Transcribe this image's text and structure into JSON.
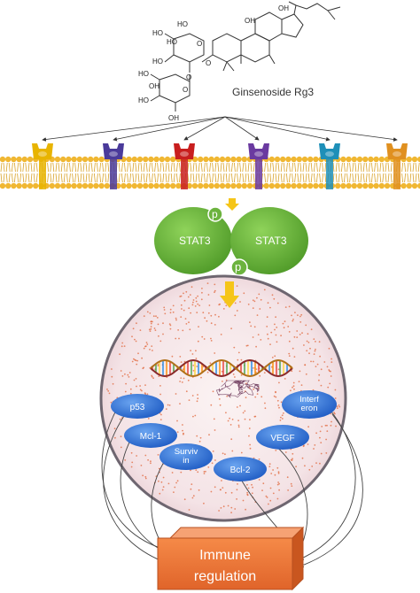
{
  "compound": {
    "name": "Ginsenoside Rg3",
    "atoms": [
      "HO",
      "OH",
      "O",
      "HO",
      "HO",
      "O",
      "O",
      "HO",
      "HO",
      "O",
      "OH",
      "OH",
      "OH",
      "HO"
    ]
  },
  "receptors": [
    {
      "name": "receptor-yellow",
      "color": "#e8b400"
    },
    {
      "name": "receptor-blue",
      "color": "#4a3a9a"
    },
    {
      "name": "receptor-red",
      "color": "#c81e1e"
    },
    {
      "name": "receptor-purple",
      "color": "#6a3aa0"
    },
    {
      "name": "receptor-teal",
      "color": "#1e8fb8"
    },
    {
      "name": "receptor-orange",
      "color": "#e09020"
    }
  ],
  "stat3": {
    "left_label": "STAT3",
    "right_label": "STAT3",
    "phospho_label": "p",
    "color": "#6cb33e"
  },
  "targets": [
    "p53",
    "Mcl-1",
    "Surviv\nin",
    "Bcl-2",
    "VEGF",
    "Interf\neron"
  ],
  "outcome": {
    "lines": [
      "Immune",
      "regulation"
    ],
    "color": "#f07a35"
  },
  "colors": {
    "membrane_head": "#f0b732",
    "membrane_tail": "#d9a228",
    "arrow_yellow": "#f5c518",
    "nucleus_dots": "#e0663a",
    "target_blue": "#2b6fd6"
  }
}
